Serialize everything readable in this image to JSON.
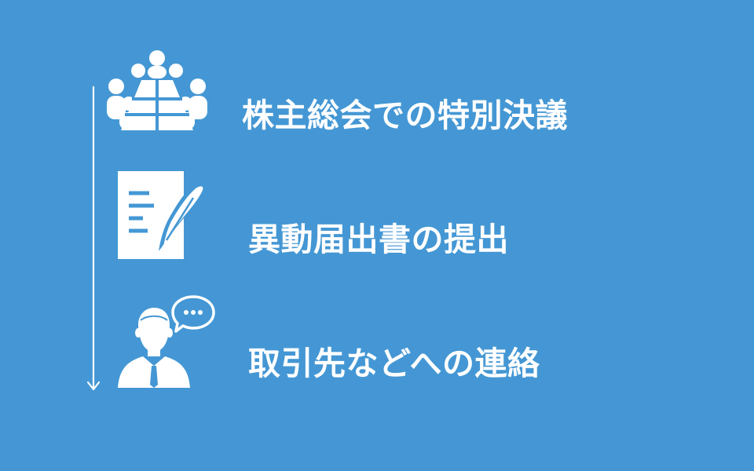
{
  "colors": {
    "background": "#4497d4",
    "foreground": "#ffffff"
  },
  "steps": [
    {
      "icon": "meeting-table-icon",
      "label": "株主総会での特別決議"
    },
    {
      "icon": "document-pen-icon",
      "label": "異動届出書の提出"
    },
    {
      "icon": "businessman-speech-icon",
      "label": "取引先などへの連絡"
    }
  ],
  "flow_arrow": {
    "icon": "down-arrow-icon",
    "direction": "down"
  }
}
